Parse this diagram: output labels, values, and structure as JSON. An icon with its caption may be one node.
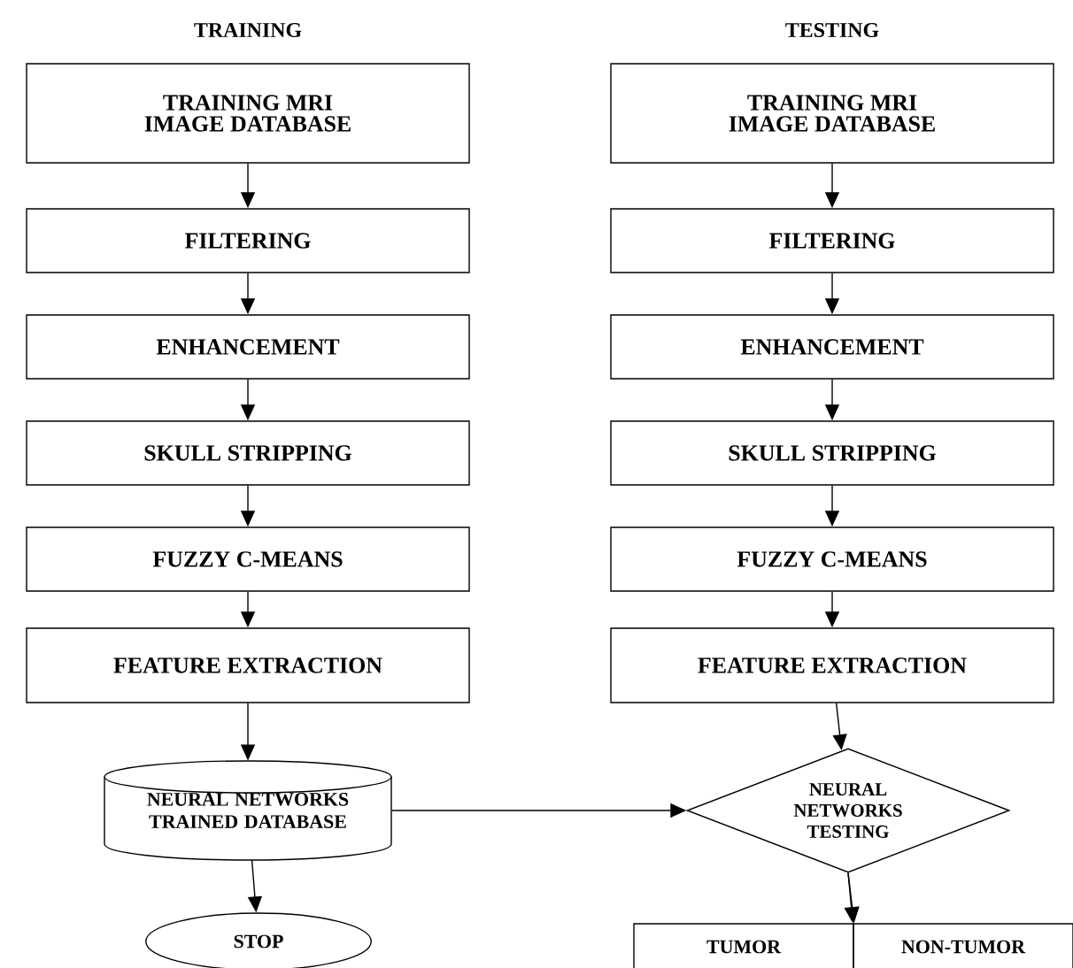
{
  "diagram": {
    "nodes": [
      {
        "text": [
          "TRAINING MRI IMAGE DATABASE"
        ]
      },
      {
        "text": [
          "FILTERING"
        ]
      },
      {
        "text": [
          "ENHANCEMENT"
        ]
      },
      {
        "text": [
          "SKULL STRIPPING"
        ]
      },
      {
        "text": [
          "FUZZY C-MEANS"
        ]
      },
      {
        "text": [
          "FEATURE EXTRACTION"
        ]
      },
      {
        "text": [
          "NEURAL NETWORKS TRAINED DATABASE"
        ]
      },
      {
        "text": [
          "STOP"
        ]
      },
      {
        "text": [
          "TRAINING MRI IMAGE DATABASE"
        ]
      },
      {
        "text": [
          "FILTERING"
        ]
      },
      {
        "text": [
          "ENHANCEMENT"
        ]
      },
      {
        "text": [
          "SKULL STRIPPING"
        ]
      },
      {
        "text": [
          "FUZZY C-MEANS"
        ]
      },
      {
        "text": [
          "FEATURE EXTRACTION"
        ]
      },
      {
        "text": [
          "NEURAL NETWORKS TESTING"
        ]
      },
      {
        "text": [
          "TUMOR"
        ]
      },
      {
        "text": [
          "NON-TUMOR"
        ]
      }
    ],
    "edges": [
      {
        "from": 0,
        "to": 1,
        "arrow": "to"
      },
      {
        "from": 1,
        "to": 2,
        "arrow": "to"
      },
      {
        "from": 2,
        "to": 3,
        "arrow": "to"
      },
      {
        "from": 3,
        "to": 4,
        "arrow": "to"
      },
      {
        "from": 4,
        "to": 5,
        "arrow": "to"
      },
      {
        "from": 5,
        "to": 6,
        "arrow": "to"
      },
      {
        "from": 6,
        "to": 7,
        "arrow": "to"
      },
      {
        "from": 8,
        "to": 9,
        "arrow": "to"
      },
      {
        "from": 9,
        "to": 10,
        "arrow": "to"
      },
      {
        "from": 10,
        "to": 11,
        "arrow": "to"
      },
      {
        "from": 11,
        "to": 12,
        "arrow": "to"
      },
      {
        "from": 12,
        "to": 13,
        "arrow": "to"
      },
      {
        "from": 13,
        "to": 14,
        "arrow": "to"
      },
      {
        "from": 6,
        "to": 14,
        "arrow": "to"
      },
      {
        "from": 14,
        "to": 15,
        "arrow": "to"
      },
      {
        "from": 14,
        "to": 16,
        "arrow": "to"
      }
    ],
    "labels": [
      "TRAINING",
      "TESTING"
    ]
  }
}
